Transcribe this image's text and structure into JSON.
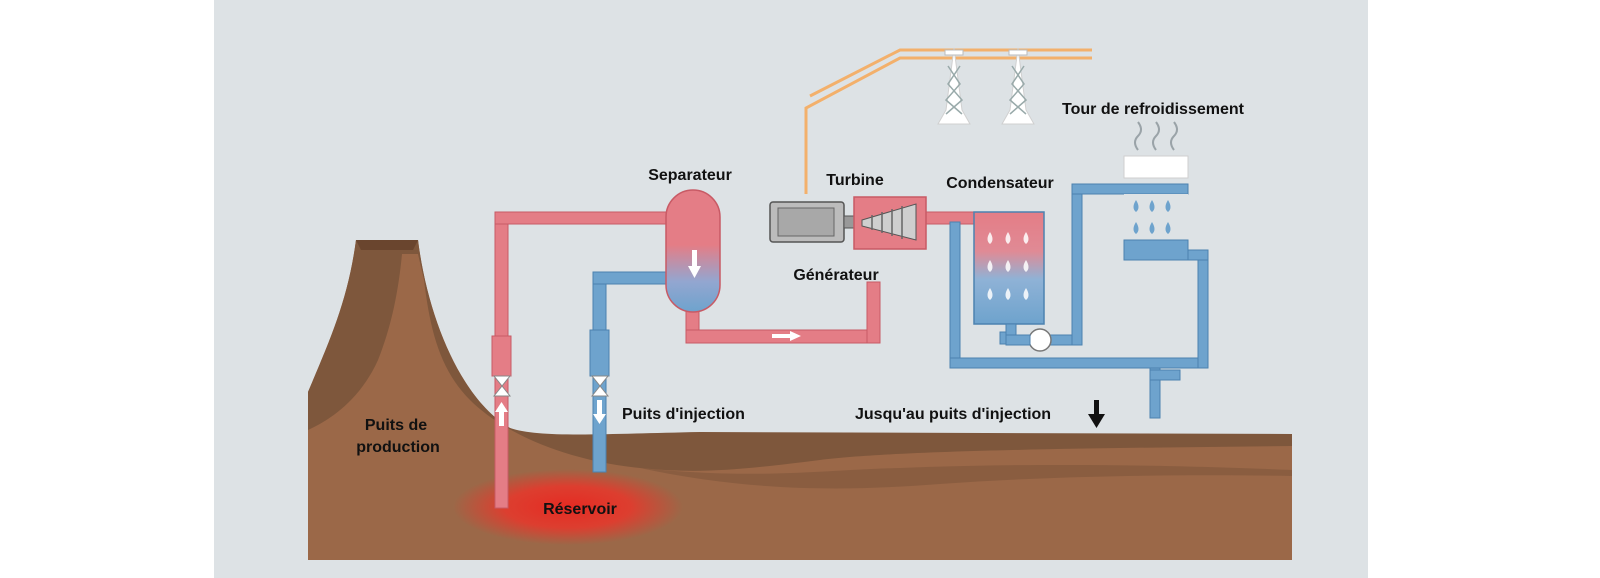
{
  "labels": {
    "separateur": "Separateur",
    "turbine": "Turbine",
    "condensateur": "Condensateur",
    "tour_refroidissement": "Tour de refroidissement",
    "generateur": "Générateur",
    "puits_production_line1": "Puits de",
    "puits_production_line2": "production",
    "puits_injection": "Puits d'injection",
    "jusquau_puits_injection": "Jusqu'au puits d'injection",
    "reservoir": "Réservoir"
  },
  "colors": {
    "background": "#dde2e5",
    "earth_top": "#7e573c",
    "earth_main": "#9b6848",
    "hot_pipe": "#e47d86",
    "hot_pipe_edge": "#c85a65",
    "cold_pipe": "#6ea3cd",
    "cold_pipe_edge": "#4c82b0",
    "power_line": "#f3b06b",
    "reservoir_glow": "#e52a22",
    "machine_gray": "#b4b4b4"
  },
  "icons": [
    "pylon-icon",
    "valve-icon",
    "pump-icon",
    "water-drop-icon",
    "steam-icon",
    "flow-arrow-icon",
    "down-arrow-icon"
  ]
}
